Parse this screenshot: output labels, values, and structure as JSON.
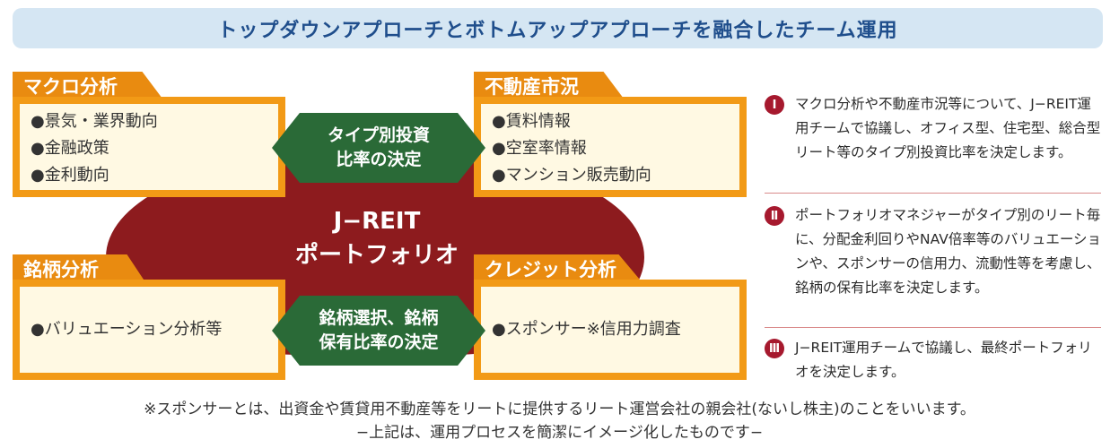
{
  "title": "トップダウンアプローチとボトムアップアプローチを融合したチーム運用",
  "center": {
    "line1": "J−REIT",
    "line2": "ポートフォリオ"
  },
  "boxes": {
    "macro": {
      "label": "マクロ分析",
      "items": [
        "●景気・業界動向",
        "●金融政策",
        "●金利動向"
      ]
    },
    "realestate": {
      "label": "不動産市況",
      "items": [
        "●賃料情報",
        "●空室率情報",
        "●マンション販売動向"
      ]
    },
    "stock": {
      "label": "銘柄分析",
      "items": [
        "●バリュエーション分析等"
      ]
    },
    "credit": {
      "label": "クレジット分析",
      "items": [
        "●スポンサー※信用力調査"
      ]
    }
  },
  "hexagons": {
    "top": {
      "line1": "タイプ別投資",
      "line2": "比率の決定"
    },
    "bottom": {
      "line1": "銘柄選択、銘柄",
      "line2": "保有比率の決定"
    }
  },
  "steps": [
    {
      "numeral": "Ⅰ",
      "text": "マクロ分析や不動産市況等について、J−REIT運用チームで協議し、オフィス型、住宅型、総合型リート等のタイプ別投資比率を決定します。"
    },
    {
      "numeral": "Ⅱ",
      "text": "ポートフォリオマネジャーがタイプ別のリート毎に、分配金利回りやNAV倍率等のバリュエーションや、スポンサーの信用力、流動性等を考慮し、銘柄の保有比率を決定します。"
    },
    {
      "numeral": "Ⅲ",
      "text": "J−REIT運用チームで協議し、最終ポートフォリオを決定します。"
    }
  ],
  "footnote1": "※スポンサーとは、出資金や賃貸用不動産等をリートに提供するリート運営会社の親会社(ないし株主)のことをいいます。",
  "footnote2": "−上記は、運用プロセスを簡潔にイメージ化したものです−",
  "colors": {
    "orange": "#f29a16",
    "cream": "#fff9e3",
    "crimson": "#8d1b1e",
    "green": "#2a6a37",
    "banner": "#d5e6f3",
    "title": "#1f4e8c"
  }
}
